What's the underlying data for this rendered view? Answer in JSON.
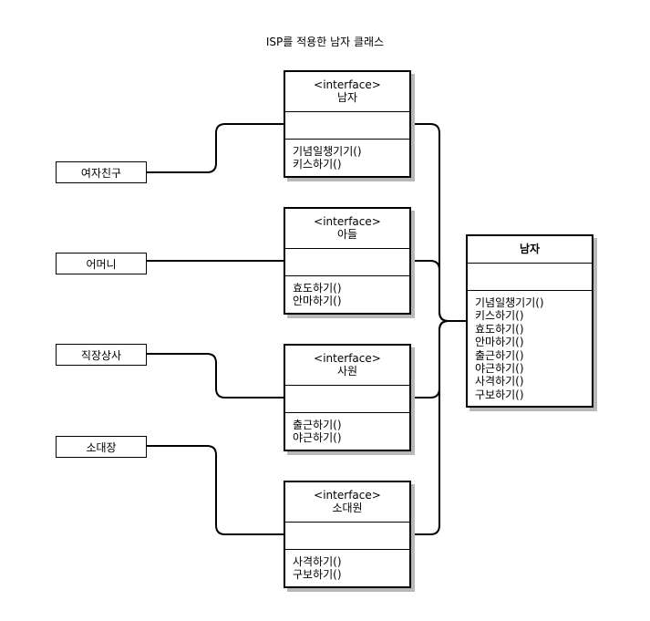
{
  "title": "ISP를 적용한 남자 클래스",
  "clients": [
    "여자친구",
    "어머니",
    "직장상사",
    "소대장"
  ],
  "interfaces": [
    {
      "stereotype": "<interface>",
      "name": "남자",
      "methods": [
        "기념일챙기기()",
        "키스하기()"
      ]
    },
    {
      "stereotype": "<interface>",
      "name": "아들",
      "methods": [
        "효도하기()",
        "안마하기()"
      ]
    },
    {
      "stereotype": "<interface>",
      "name": "사원",
      "methods": [
        "출근하기()",
        "야근하기()"
      ]
    },
    {
      "stereotype": "<interface>",
      "name": "소대원",
      "methods": [
        "사격하기()",
        "구보하기()"
      ]
    }
  ],
  "implementation": {
    "name": "남자",
    "methods": [
      "기념일챙기기()",
      "키스하기()",
      "효도하기()",
      "안마하기()",
      "출근하기()",
      "야근하기()",
      "사격하기()",
      "구보하기()"
    ]
  }
}
